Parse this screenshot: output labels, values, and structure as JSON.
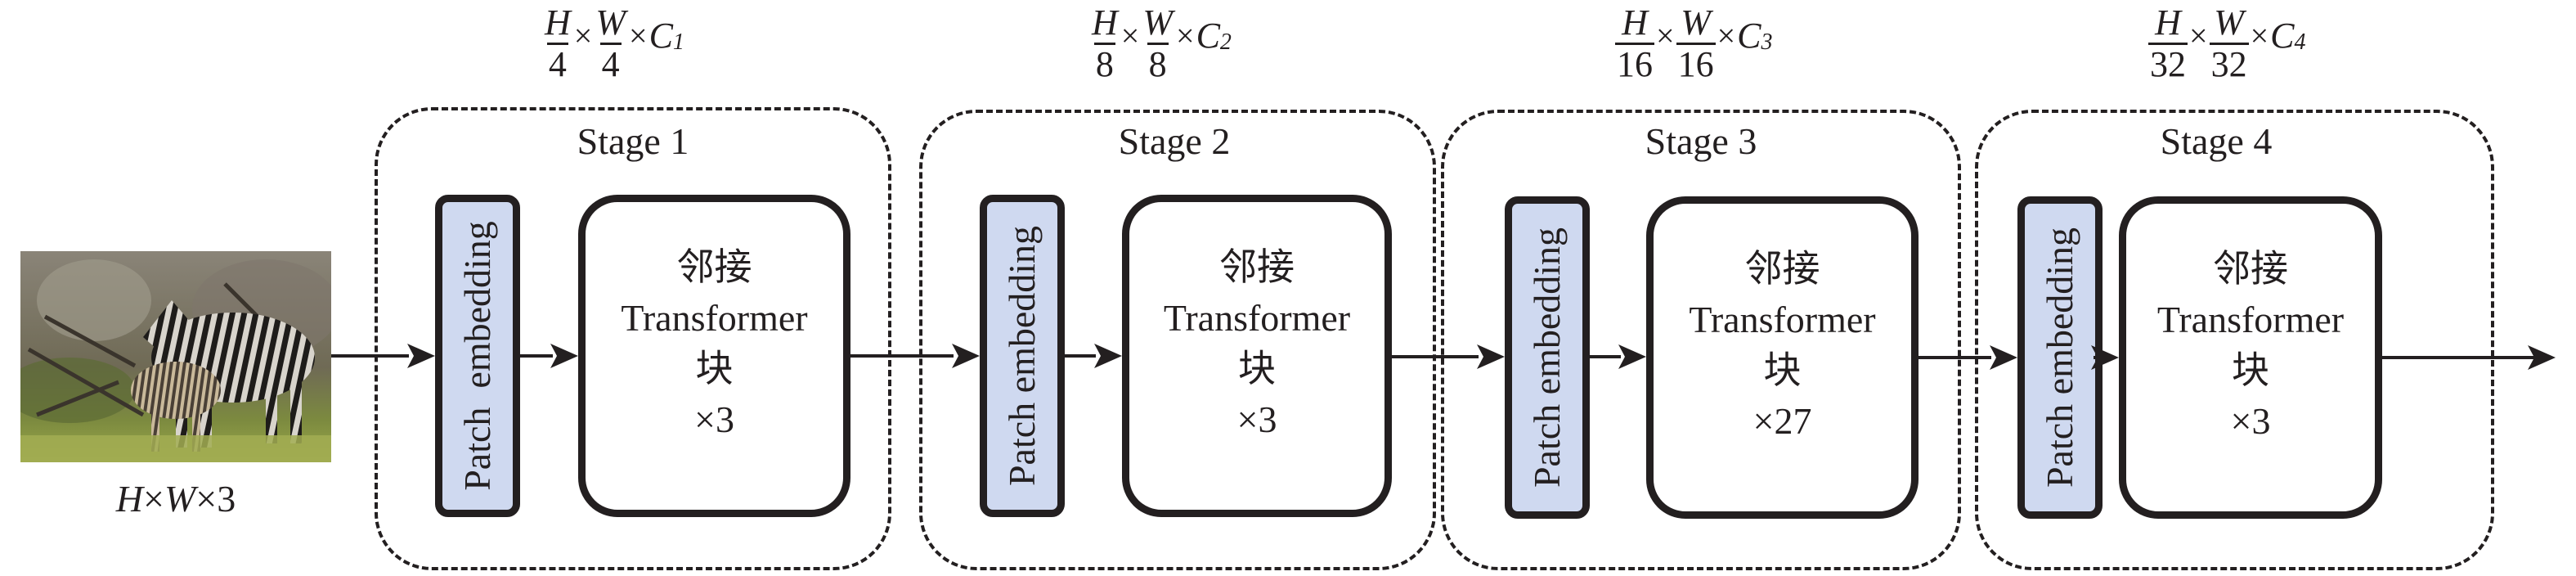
{
  "input": {
    "image_desc": "zebra-photo",
    "label_h": "H",
    "label_times1": "×",
    "label_w": "W",
    "label_times2": "×",
    "label_c": "3"
  },
  "stages": [
    {
      "title": "Stage 1",
      "formula": {
        "h": "H",
        "w": "W",
        "divisor": "4",
        "times": "×",
        "c": "C",
        "c_sub": "1"
      },
      "patch_embedding": "Patch  embedding",
      "block": {
        "line1": "邻接",
        "line2": "Transformer",
        "line3": "块",
        "repeat": "×3"
      }
    },
    {
      "title": "Stage 2",
      "formula": {
        "h": "H",
        "w": "W",
        "divisor": "8",
        "times": "×",
        "c": "C",
        "c_sub": "2"
      },
      "patch_embedding": "Patch embedding",
      "block": {
        "line1": "邻接",
        "line2": "Transformer",
        "line3": "块",
        "repeat": "×3"
      }
    },
    {
      "title": "Stage 3",
      "formula": {
        "h": "H",
        "w": "W",
        "divisor": "16",
        "times": "×",
        "c": "C",
        "c_sub": "3"
      },
      "patch_embedding": "Patch embedding",
      "block": {
        "line1": "邻接",
        "line2": "Transformer",
        "line3": "块",
        "repeat": "×27"
      }
    },
    {
      "title": "Stage 4",
      "formula": {
        "h": "H",
        "w": "W",
        "divisor": "32",
        "times": "×",
        "c": "C",
        "c_sub": "4"
      },
      "patch_embedding": "Patch embedding",
      "block": {
        "line1": "邻接",
        "line2": "Transformer",
        "line3": "块",
        "repeat": "×3"
      }
    }
  ],
  "colors": {
    "patch_embedding_fill": "#cfd9f0",
    "stroke": "#231f20"
  }
}
